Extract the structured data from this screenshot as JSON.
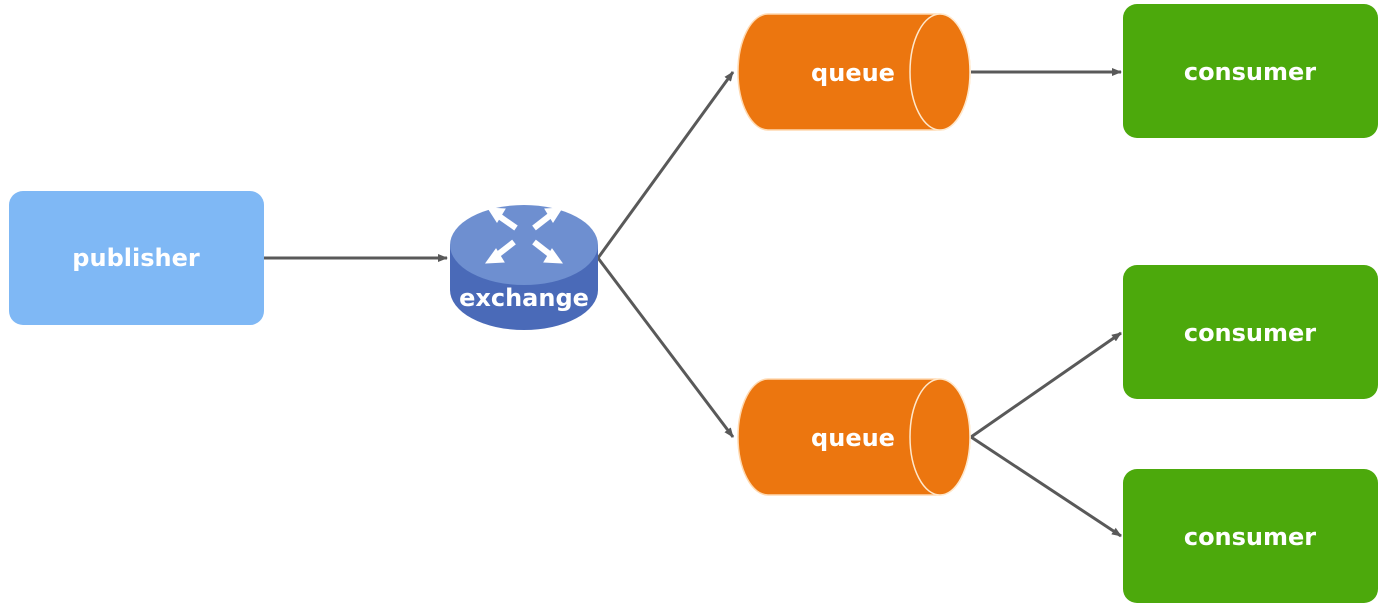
{
  "diagram": {
    "nodes": {
      "publisher": {
        "label": "publisher",
        "color": "#7fb8f5"
      },
      "exchange": {
        "label": "exchange",
        "top_color": "#6e8fd0",
        "side_color": "#4a6ab8",
        "arrow_color": "#ffffff"
      },
      "queue_1": {
        "label": "queue",
        "color": "#ec760f"
      },
      "queue_2": {
        "label": "queue",
        "color": "#ec760f"
      },
      "consumer_1": {
        "label": "consumer",
        "color": "#4ca90c"
      },
      "consumer_2": {
        "label": "consumer",
        "color": "#4ca90c"
      },
      "consumer_3": {
        "label": "consumer",
        "color": "#4ca90c"
      }
    },
    "edges": [
      {
        "from": "publisher",
        "to": "exchange"
      },
      {
        "from": "exchange",
        "to": "queue_1"
      },
      {
        "from": "exchange",
        "to": "queue_2"
      },
      {
        "from": "queue_1",
        "to": "consumer_1"
      },
      {
        "from": "queue_2",
        "to": "consumer_2"
      },
      {
        "from": "queue_2",
        "to": "consumer_3"
      }
    ],
    "edge_color": "#595959"
  }
}
